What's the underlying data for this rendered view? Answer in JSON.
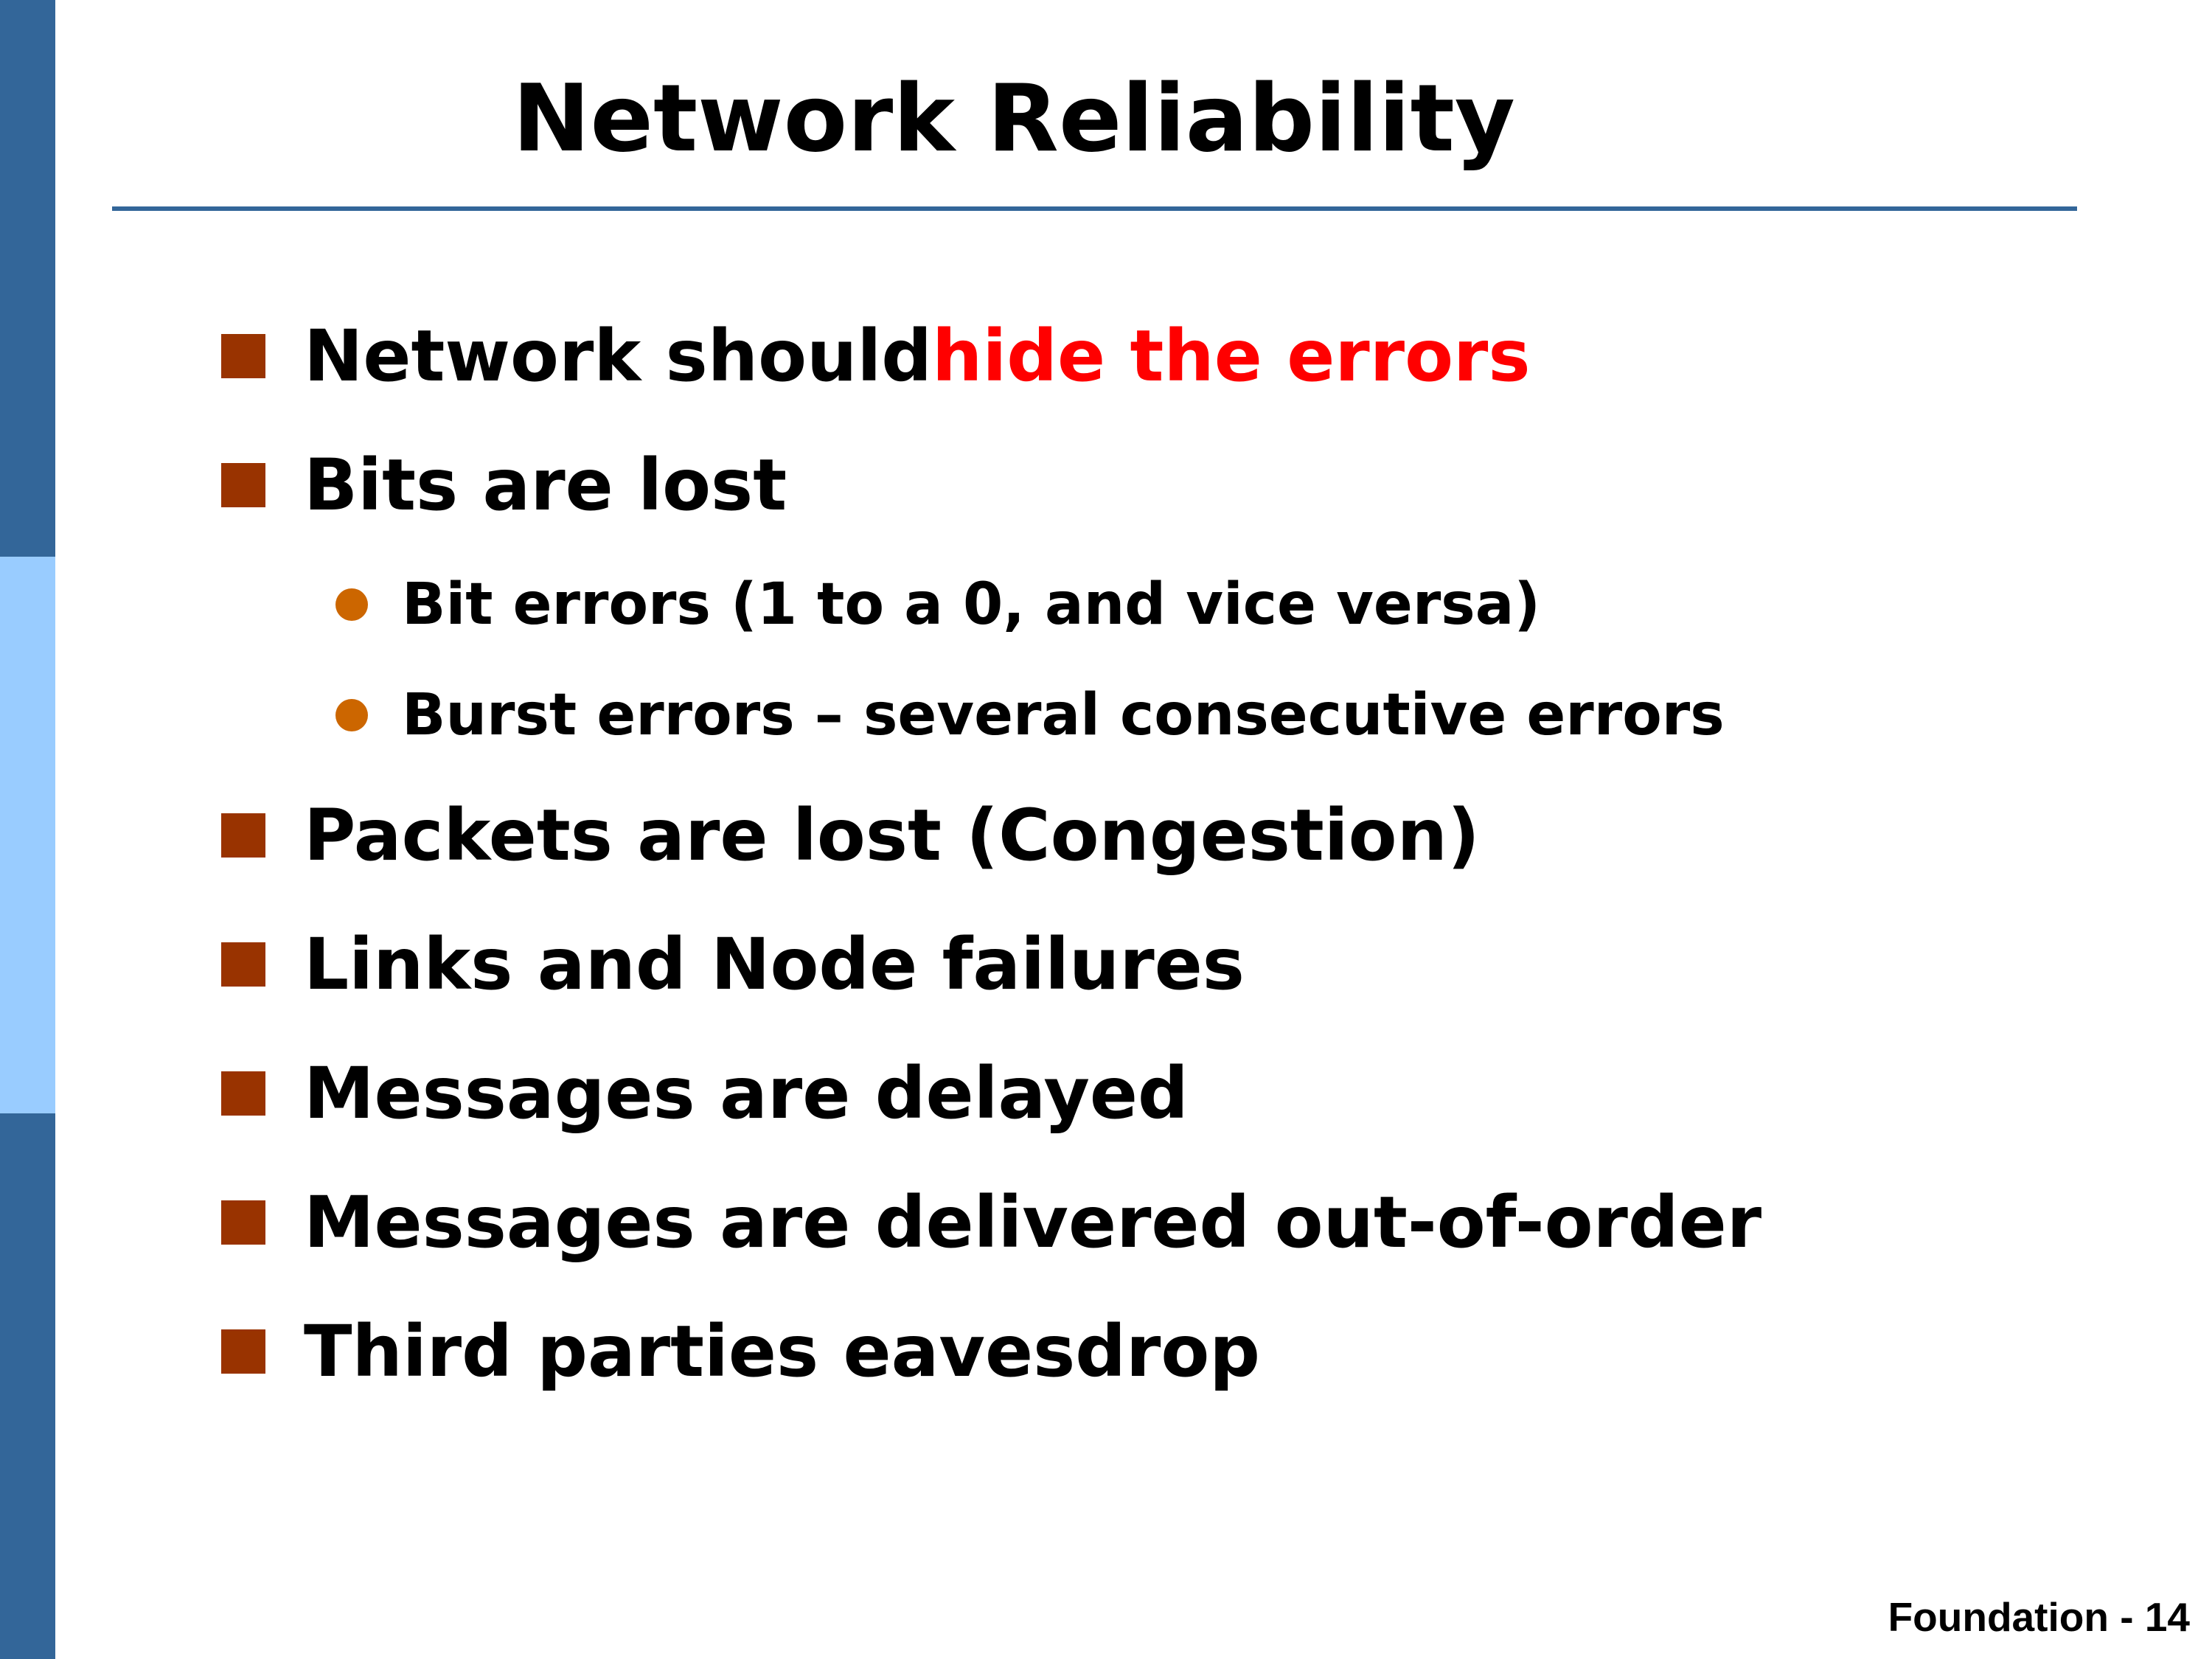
{
  "colors": {
    "sidebar_dark": "#336699",
    "sidebar_light": "#99CCFF",
    "title_rule": "#336699",
    "bullet_square": "#993300",
    "bullet_dot": "#CC6600",
    "highlight": "#FF0000"
  },
  "slide": {
    "title": "Network Reliability",
    "footer": "Foundation - 14",
    "bullets": [
      {
        "level": 1,
        "text": "Network should ",
        "highlight": "hide the errors"
      },
      {
        "level": 1,
        "text": "Bits are lost"
      },
      {
        "level": 2,
        "text": "Bit errors (1 to a 0, and vice versa)"
      },
      {
        "level": 2,
        "text": "Burst errors – several consecutive errors"
      },
      {
        "level": 1,
        "text": "Packets are lost (Congestion)"
      },
      {
        "level": 1,
        "text": "Links and Node failures"
      },
      {
        "level": 1,
        "text": "Messages are delayed"
      },
      {
        "level": 1,
        "text": "Messages are delivered out-of-order"
      },
      {
        "level": 1,
        "text": "Third parties eavesdrop"
      }
    ]
  }
}
